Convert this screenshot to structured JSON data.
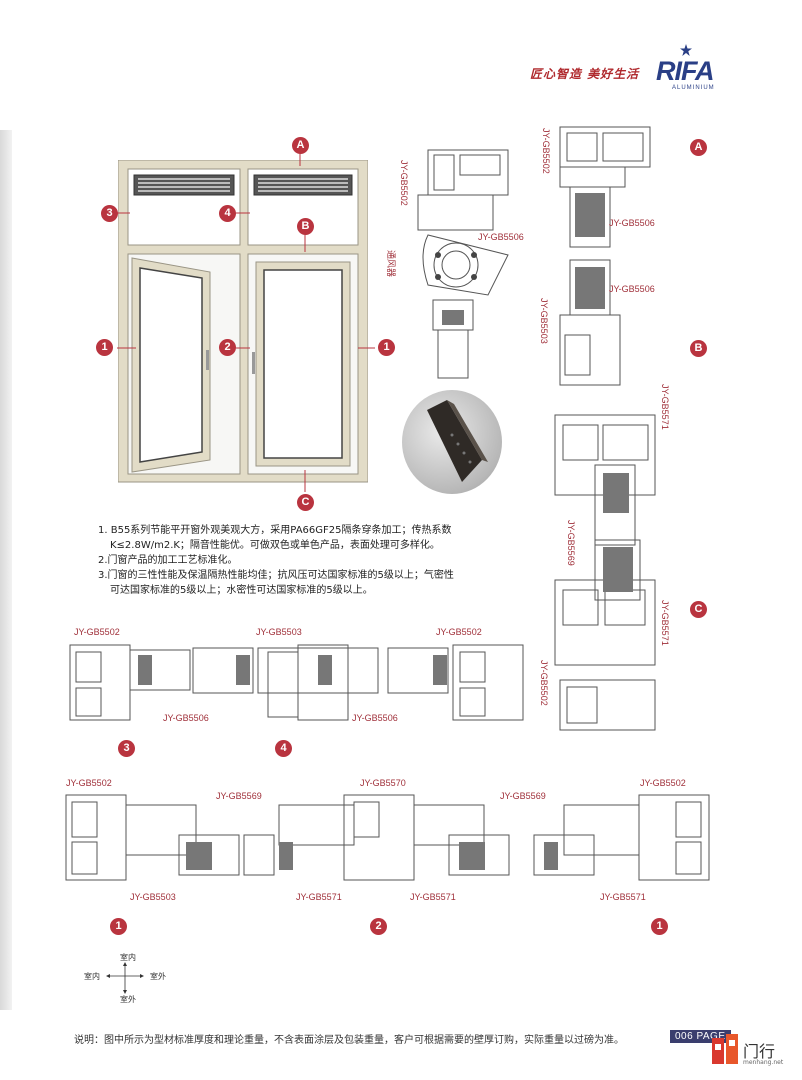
{
  "header": {
    "slogan": "匠心智造 美好生活",
    "brand": "RIFA",
    "brand_sub": "ALUMINIUM"
  },
  "markers": {
    "A": "A",
    "B": "B",
    "C": "C",
    "one": "1",
    "two": "2",
    "three": "3",
    "four": "4"
  },
  "profiles": {
    "p5502": "JY-GB5502",
    "p5503": "JY-GB5503",
    "p5506": "JY-GB5506",
    "p5569": "JY-GB5569",
    "p5570": "JY-GB5570",
    "p5571": "JY-GB5571"
  },
  "vent_label": "通风器",
  "notes": [
    "1. B55系列节能平开窗外观美观大方，采用PA66GF25隔条穿条加工；传热系数",
    "   K≤2.8W/m2.K；隔音性能优。可做双色或单色产品，表面处理可多样化。",
    "2.门窗产品的加工工艺标准化。",
    "3.门窗的三性性能及保温隔热性能均佳；抗风压可达国家标准的5级以上；气密性",
    "   可达国家标准的5级以上；水密性可达国家标准的5级以上。"
  ],
  "compass": {
    "indoor_top": "室内",
    "indoor_left": "室内",
    "outdoor_right": "室外",
    "outdoor_bottom": "室外"
  },
  "footer": {
    "note": "说明：图中所示为型材标准厚度和理论重量，不含表面涂层及包装重量，客户可根据需要的壁厚订购，实际重量以过磅为准。",
    "page": "006 PAGE"
  },
  "watermark": {
    "name": "门行",
    "url": "menhang.net"
  },
  "colors": {
    "accent": "#b9343f",
    "brand": "#2a3f86",
    "frame": "#e2dcc7"
  }
}
